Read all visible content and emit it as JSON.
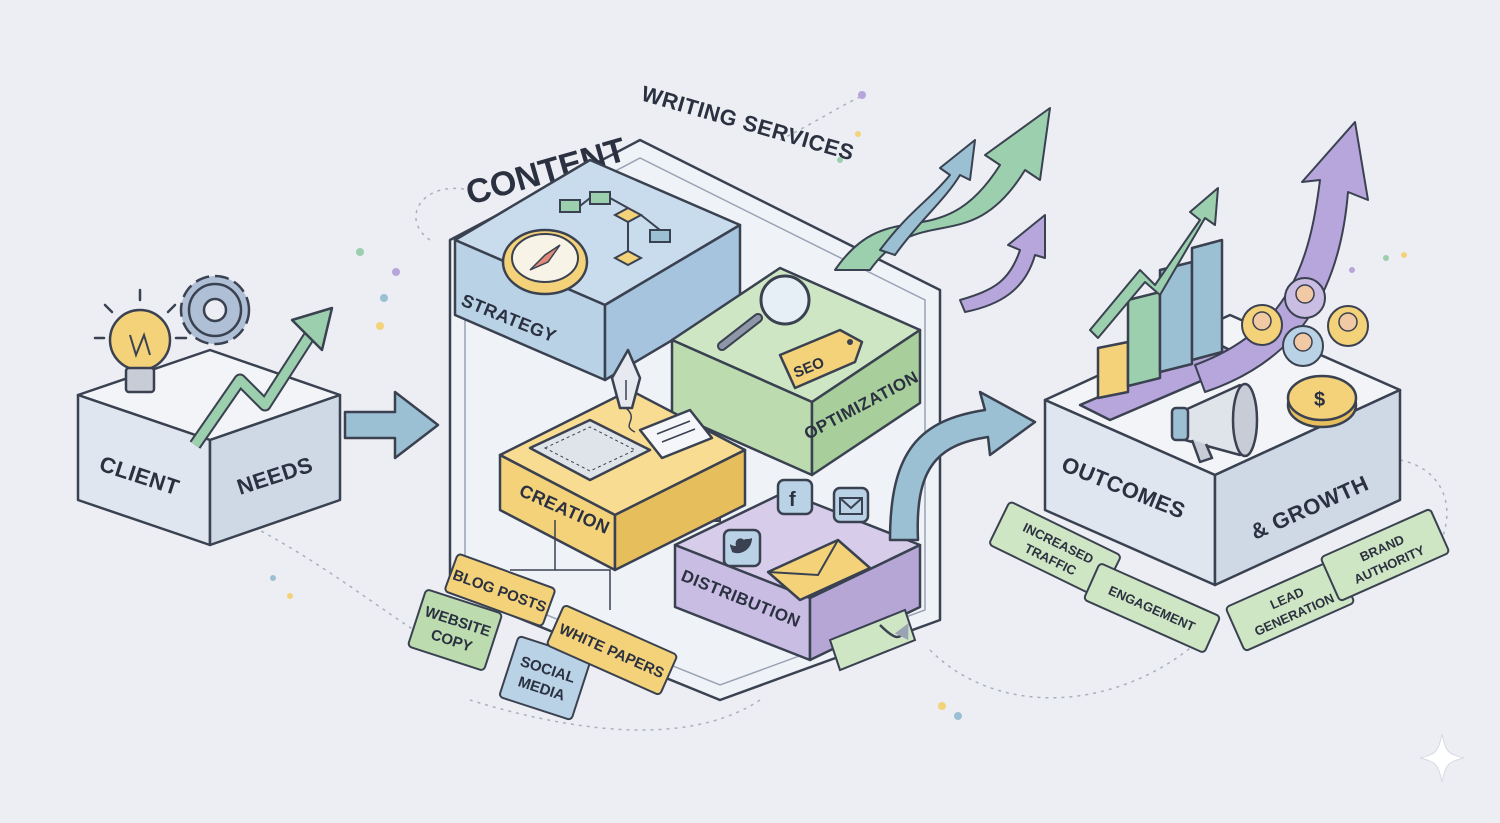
{
  "title": {
    "line1": "CONTENT",
    "line2": "WRITING SERVICES"
  },
  "client_block": {
    "left_label": "CLIENT",
    "right_label": "NEEDS"
  },
  "modules": {
    "strategy": "STRATEGY",
    "optimization": "OPTIMIZATION",
    "seo_tag": "SEO",
    "creation": "CREATION",
    "distribution": "DISTRIBUTION"
  },
  "content_types": [
    {
      "line1": "BLOG POSTS",
      "line2": ""
    },
    {
      "line1": "WEBSITE",
      "line2": "COPY"
    },
    {
      "line1": "SOCIAL",
      "line2": "MEDIA"
    },
    {
      "line1": "WHITE PAPERS",
      "line2": ""
    }
  ],
  "outcomes_block": {
    "left_label": "OUTCOMES",
    "right_label": "& GROWTH"
  },
  "outcome_tags": [
    {
      "line1": "INCREASED",
      "line2": "TRAFFIC"
    },
    {
      "line1": "ENGAGEMENT",
      "line2": ""
    },
    {
      "line1": "LEAD",
      "line2": "GENERATION"
    },
    {
      "line1": "BRAND",
      "line2": "AUTHORITY"
    }
  ],
  "colors": {
    "background": "#eceef3",
    "blue": "#b9d2e6",
    "green": "#bcdcb0",
    "yellow": "#f3d27a",
    "purple": "#c9bde3",
    "arrow_blue": "#9cc0d3",
    "arrow_green": "#9ccfae",
    "arrow_purple": "#b7a6dc",
    "outline": "#3a4150"
  },
  "icons": [
    "lightbulb-icon",
    "gear-icon",
    "trend-arrow-icon",
    "compass-icon",
    "flowchart-icon",
    "magnifier-icon",
    "pen-nib-icon",
    "keyboard-icon",
    "document-icon",
    "facebook-icon",
    "twitter-icon",
    "mail-icon",
    "envelope-icon",
    "bar-chart-icon",
    "megaphone-icon",
    "coin-icon",
    "avatar-icon",
    "sparkle-icon"
  ]
}
